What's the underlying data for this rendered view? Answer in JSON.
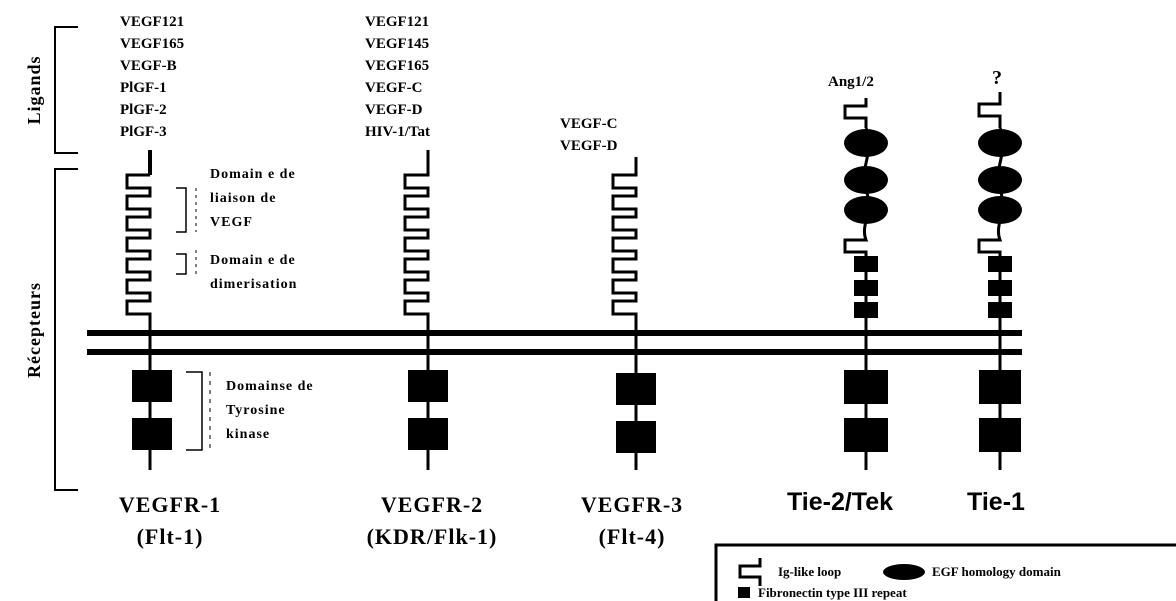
{
  "side_labels": {
    "ligands": "Ligands",
    "receptors": "Récepteurs"
  },
  "receptors": [
    {
      "id": "r1",
      "ligands": [
        "VEGF121",
        "VEGF165",
        "VEGF-B",
        "PlGF-1",
        "PlGF-2",
        "PlGF-3"
      ],
      "name": "VEGFR-1",
      "alias": "(Flt-1)"
    },
    {
      "id": "r2",
      "ligands": [
        "VEGF121",
        "VEGF145",
        "VEGF165",
        "VEGF-C",
        "VEGF-D",
        "HIV-1/Tat"
      ],
      "name": "VEGFR-2",
      "alias": "(KDR/Flk-1)"
    },
    {
      "id": "r3",
      "ligands": [
        "VEGF-C",
        "VEGF-D"
      ],
      "name": "VEGFR-3",
      "alias": "(Flt-4)"
    },
    {
      "id": "r4",
      "ligands": [
        "Ang1/2"
      ],
      "name": "Tie-2/Tek",
      "alias": ""
    },
    {
      "id": "r5",
      "ligands": [
        "?"
      ],
      "name": "Tie-1",
      "alias": ""
    }
  ],
  "annotations": {
    "binding": [
      "Domain e de",
      "liaison de",
      "VEGF"
    ],
    "dimer": [
      "Domain e de",
      "dimerisation"
    ],
    "kinase": [
      "Domainse de",
      "Tyrosine",
      "kinase"
    ]
  },
  "legend": {
    "ig_loop": "Ig-like loop",
    "egf": "EGF homology domain",
    "fibronectin": "Fibronectin type III repeat"
  }
}
